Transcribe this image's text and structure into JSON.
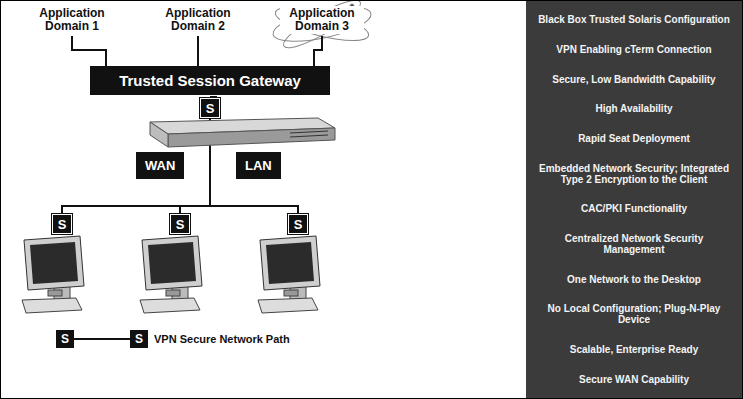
{
  "diagram": {
    "nodes": [
      {
        "text": [
          "Application Domain 1"
        ]
      },
      {
        "text": [
          "Application Domain 2"
        ]
      },
      {
        "text": [
          "Application Domain 3"
        ]
      },
      {
        "text": [
          "Trusted Session Gateway"
        ]
      },
      {
        "text": [
          "S"
        ]
      },
      {
        "text": [
          "WAN"
        ]
      },
      {
        "text": [
          "LAN"
        ]
      },
      {
        "text": [
          "S"
        ]
      },
      {
        "text": [
          "S"
        ]
      },
      {
        "text": [
          "S"
        ]
      }
    ],
    "edges": [
      {
        "from": 0,
        "to": 3,
        "arrow": "none"
      },
      {
        "from": 1,
        "to": 3,
        "arrow": "none"
      },
      {
        "from": 2,
        "to": 3,
        "arrow": "none"
      },
      {
        "from": 3,
        "to": 4,
        "arrow": "none"
      },
      {
        "from": 4,
        "to": 7,
        "arrow": "none"
      },
      {
        "from": 4,
        "to": 8,
        "arrow": "none"
      },
      {
        "from": 4,
        "to": 9,
        "arrow": "none"
      }
    ],
    "labels": [
      "Black Box Trusted Solaris Configuration",
      "VPN Enabling cTerm Connection",
      "Secure, Low Bandwidth Capability",
      "High Availability",
      "Rapid Seat Deployment",
      "Embedded Network Security; Integrated Type 2 Encryption to the Client",
      "CAC/PKI Functionality",
      "Centralized Network Security Management",
      "One Network to the Desktop",
      "No Local Configuration; Plug-N-Play Device",
      "Scalable, Enterprise Ready",
      "Secure WAN Capability",
      "S",
      "S"
    ],
    "legend": [
      {
        "text": "VPN Secure Network Path"
      }
    ]
  }
}
